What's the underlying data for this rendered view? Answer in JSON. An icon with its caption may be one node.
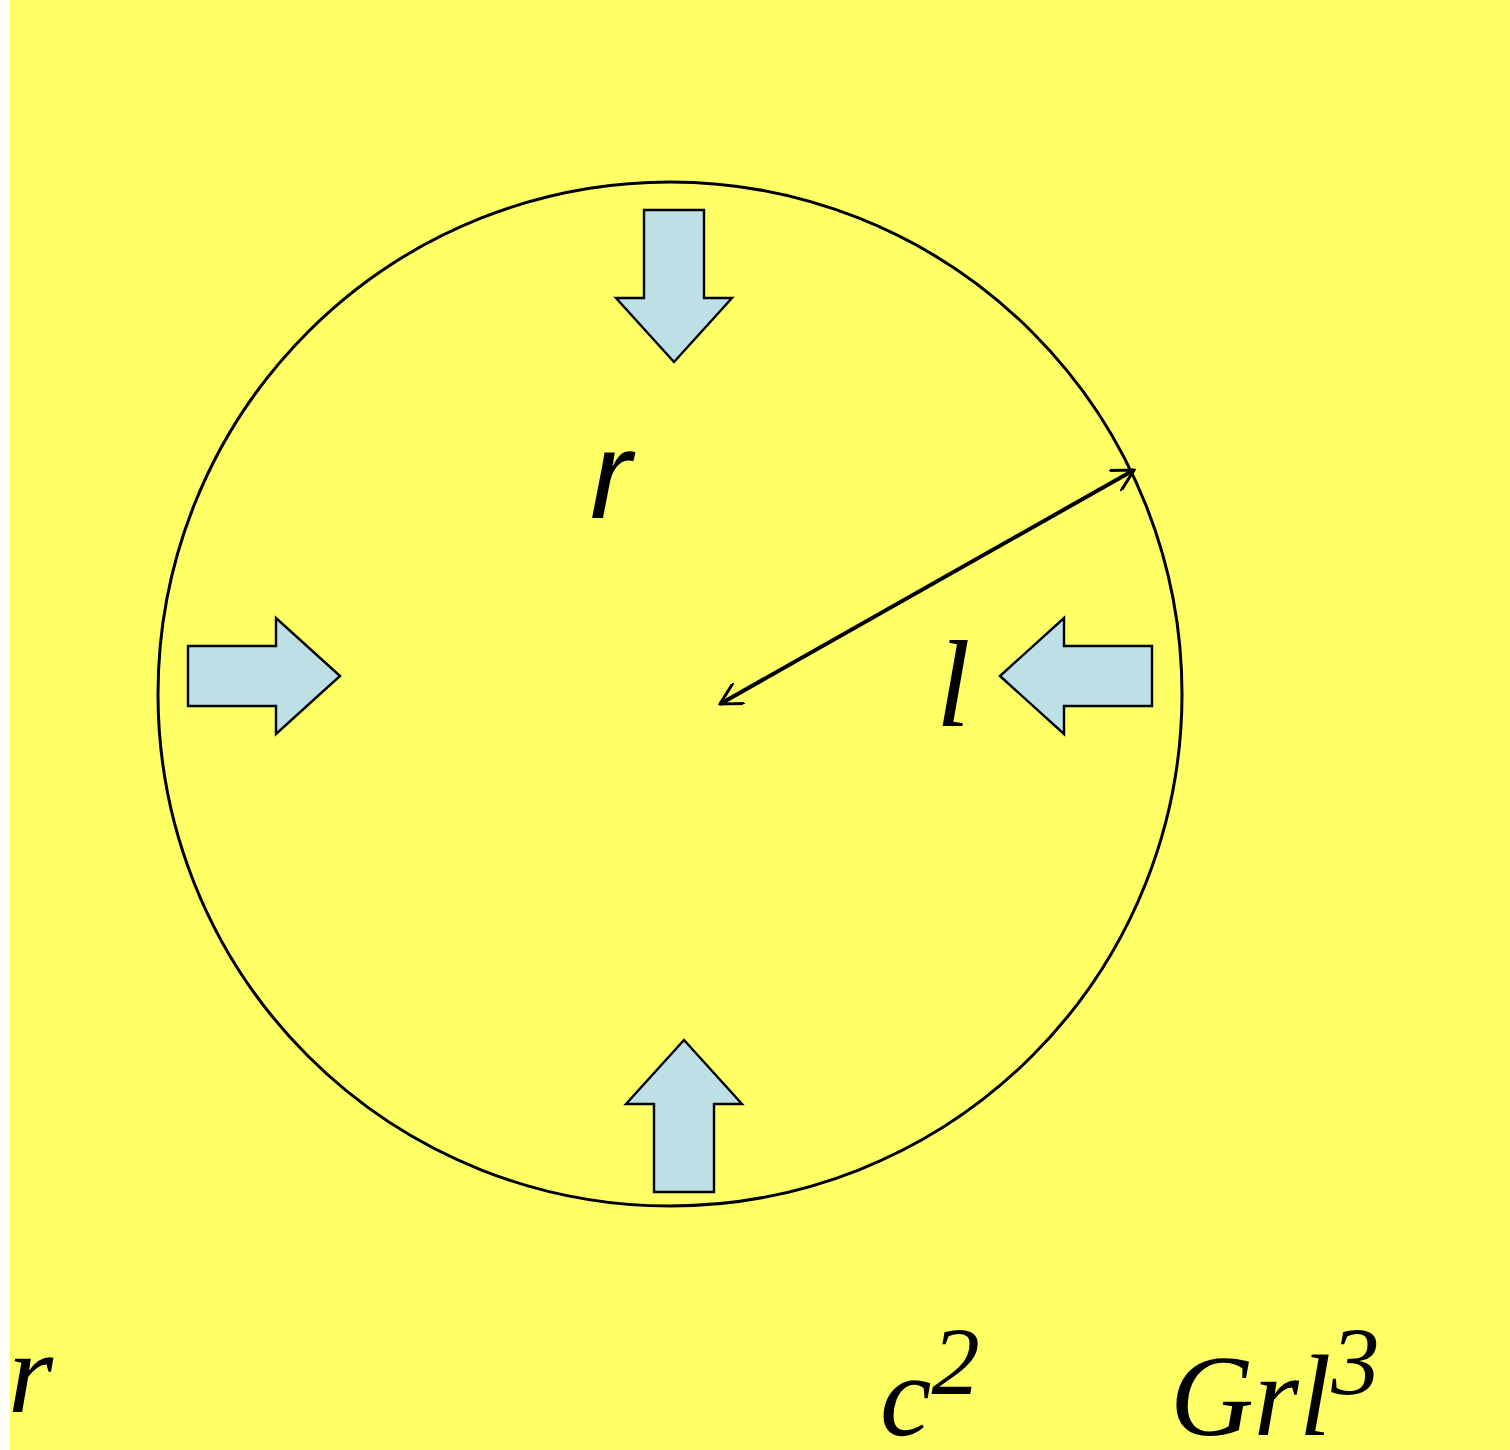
{
  "diagram": {
    "labels": [
      "r",
      "l",
      "r",
      "c$^{2}$",
      "Grl$^{3}$"
    ]
  }
}
